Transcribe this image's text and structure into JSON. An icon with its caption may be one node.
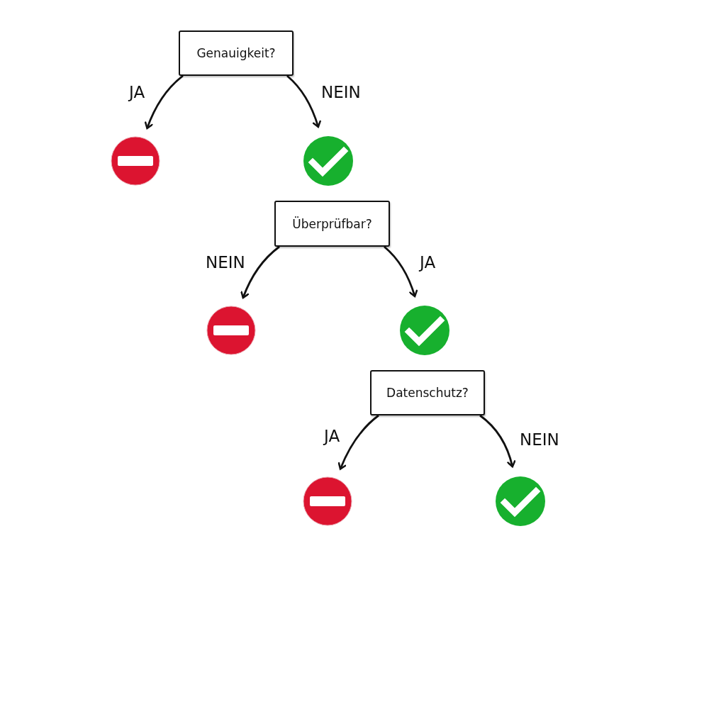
{
  "diagram": {
    "nodes": [
      {
        "text": [
          "Genauigkeit?"
        ]
      },
      {
        "text": [],
        "shape": "circle"
      },
      {
        "text": [],
        "shape": "circle"
      },
      {
        "text": [
          "Überprüfbar?"
        ]
      },
      {
        "text": [],
        "shape": "circle"
      },
      {
        "text": [],
        "shape": "circle"
      },
      {
        "text": [
          "Datenschutz?"
        ]
      },
      {
        "text": [],
        "shape": "circle"
      },
      {
        "text": [],
        "shape": "circle"
      }
    ],
    "edges": [
      {
        "from": 0,
        "to": 1,
        "arrow": "to",
        "label": "JA"
      },
      {
        "from": 0,
        "to": 2,
        "arrow": "to",
        "label": "NEIN"
      },
      {
        "from": 3,
        "to": 4,
        "arrow": "to",
        "label": "NEIN"
      },
      {
        "from": 3,
        "to": 5,
        "arrow": "to",
        "label": "JA"
      },
      {
        "from": 6,
        "to": 7,
        "arrow": "to",
        "label": "JA"
      },
      {
        "from": 6,
        "to": 8,
        "arrow": "to",
        "label": "NEIN"
      }
    ]
  }
}
